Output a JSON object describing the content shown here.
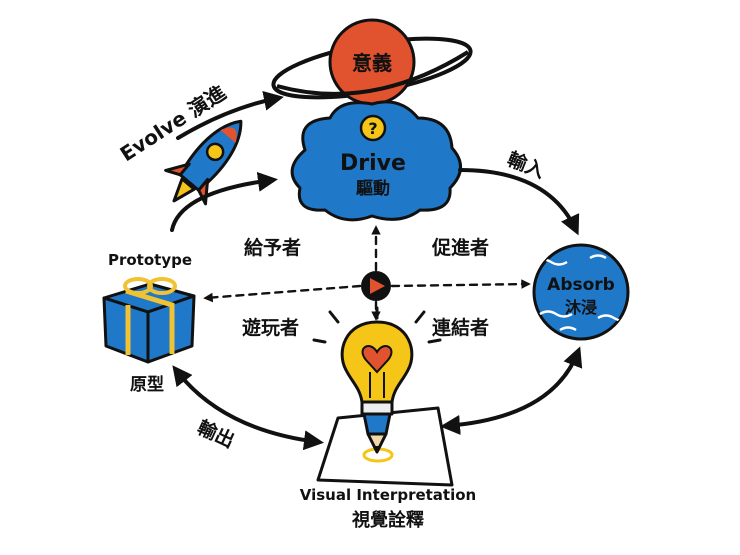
{
  "nodes": {
    "meaning": {
      "label": "意義",
      "color": "#e0532e"
    },
    "drive": {
      "label": "Drive",
      "sublabel": "驅動",
      "color": "#1f78c8"
    },
    "absorb": {
      "label": "Absorb",
      "sublabel": "沐浸",
      "color": "#1f78c8"
    },
    "prototype": {
      "label": "Prototype",
      "sublabel": "原型",
      "color": "#1f78c8",
      "ribbon": "#f1c232"
    },
    "visual": {
      "label": "Visual Interpretation",
      "sublabel": "視覺詮釋",
      "bulb": "#f5c518"
    }
  },
  "edges": {
    "evolve": "Evolve 演進",
    "input": "輸入",
    "output": "輸出"
  },
  "roles": {
    "giver": "給予者",
    "promoter": "促進者",
    "player": "遊玩者",
    "connector": "連結者"
  },
  "icons": {
    "question": "?",
    "play": "play-icon",
    "rocket": "rocket-icon",
    "gift": "gift-box-icon",
    "lightbulb": "lightbulb-heart-icon",
    "pencil": "pencil-icon",
    "planet": "planet-icon"
  }
}
